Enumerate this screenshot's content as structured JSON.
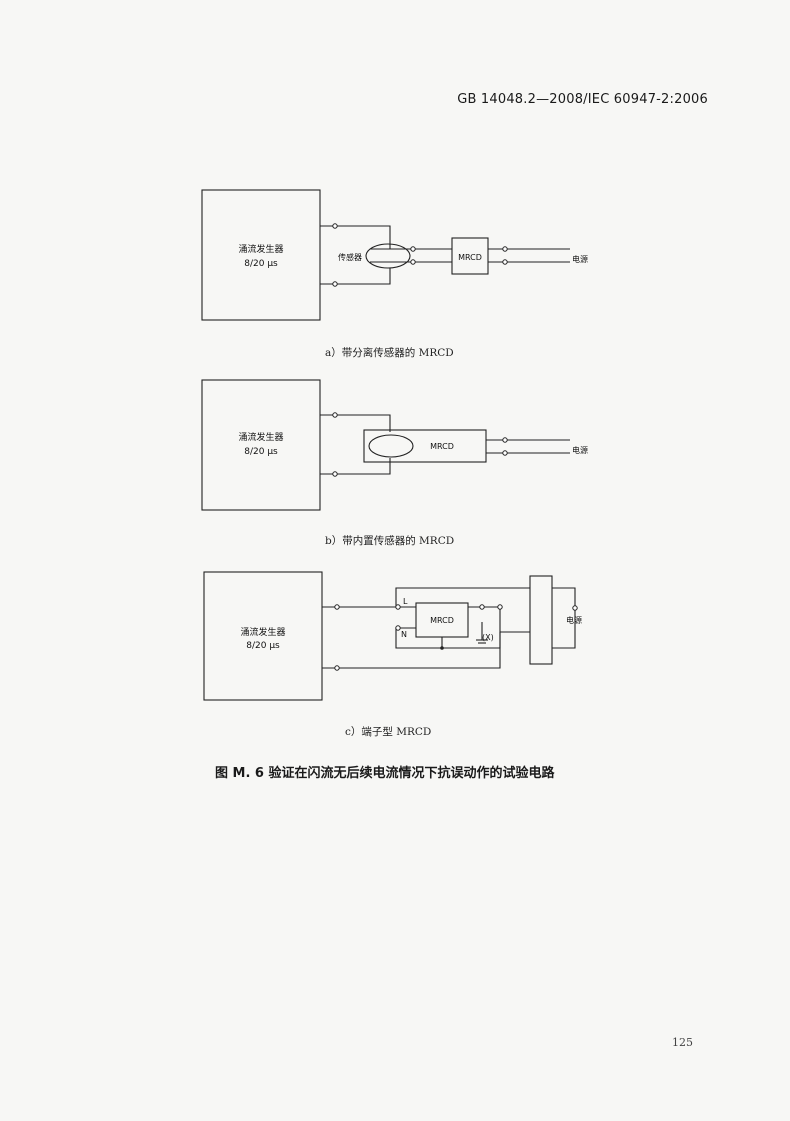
{
  "header": {
    "code": "GB 14048.2—2008/IEC 60947-2:2006"
  },
  "labels": {
    "generator_line1": "涌流发生器",
    "generator_line2": "8/20 µs",
    "sensor": "传感器",
    "mrcd": "MRCD",
    "power": "电源",
    "L": "L",
    "N": "N",
    "X": "(X)"
  },
  "diagrams": {
    "a_caption": "a）带分离传感器的 MRCD",
    "b_caption": "b）带内置传感器的 MRCD",
    "c_caption": "c）端子型 MRCD"
  },
  "figure_title": "图 M. 6   验证在闪流无后续电流情况下抗误动作的试验电路",
  "page_number": "125"
}
